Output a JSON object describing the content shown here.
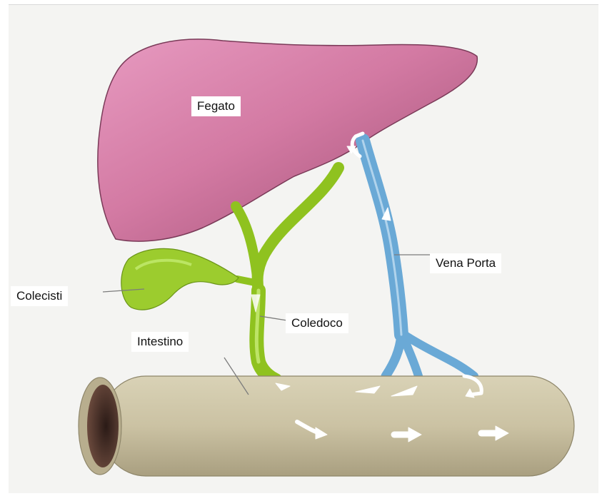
{
  "labels": {
    "liver": "Fegato",
    "portal_vein": "Vena Porta",
    "gallbladder": "Colecisti",
    "bile_duct": "Coledoco",
    "intestine": "Intestino"
  },
  "colors": {
    "liver": "#d57da6",
    "bile": "#9ccc2e",
    "portal_vein": "#6aa9d6",
    "intestine": "#cfc6a8",
    "background": "#f4f4f2"
  }
}
